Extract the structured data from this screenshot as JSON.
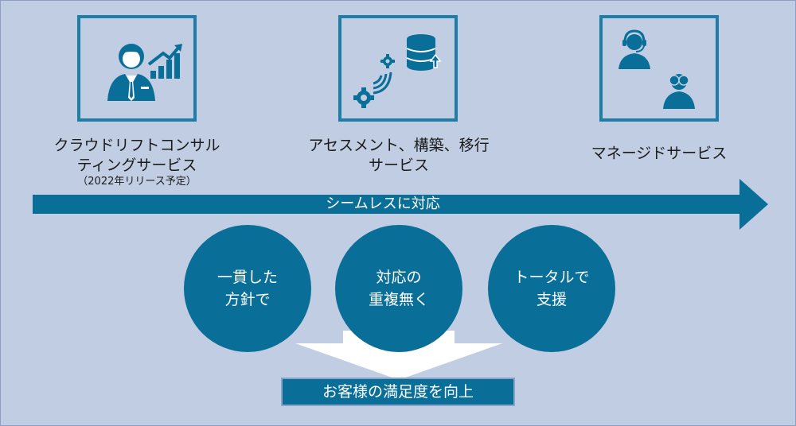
{
  "services": [
    {
      "icon": "consultant-growth-icon",
      "lines": [
        "クラウドリフトコンサル",
        "ティングサービス"
      ],
      "note": "（2022年リリース予定）"
    },
    {
      "icon": "database-gears-icon",
      "lines": [
        "アセスメント、構築、移行",
        "サービス"
      ]
    },
    {
      "icon": "support-monitoring-icon",
      "lines": [
        "マネージドサービス"
      ]
    }
  ],
  "flow_label": "シームレスに対応",
  "benefits": [
    {
      "lines": [
        "一貫した",
        "方針で"
      ]
    },
    {
      "lines": [
        "対応の",
        "重複無く"
      ]
    },
    {
      "lines": [
        "トータルで",
        "支援"
      ]
    }
  ],
  "result": "お客様の満足度を向上",
  "colors": {
    "background": "#c1cde2",
    "accent": "#0a6f98",
    "card_border": "#1f7ea6"
  }
}
